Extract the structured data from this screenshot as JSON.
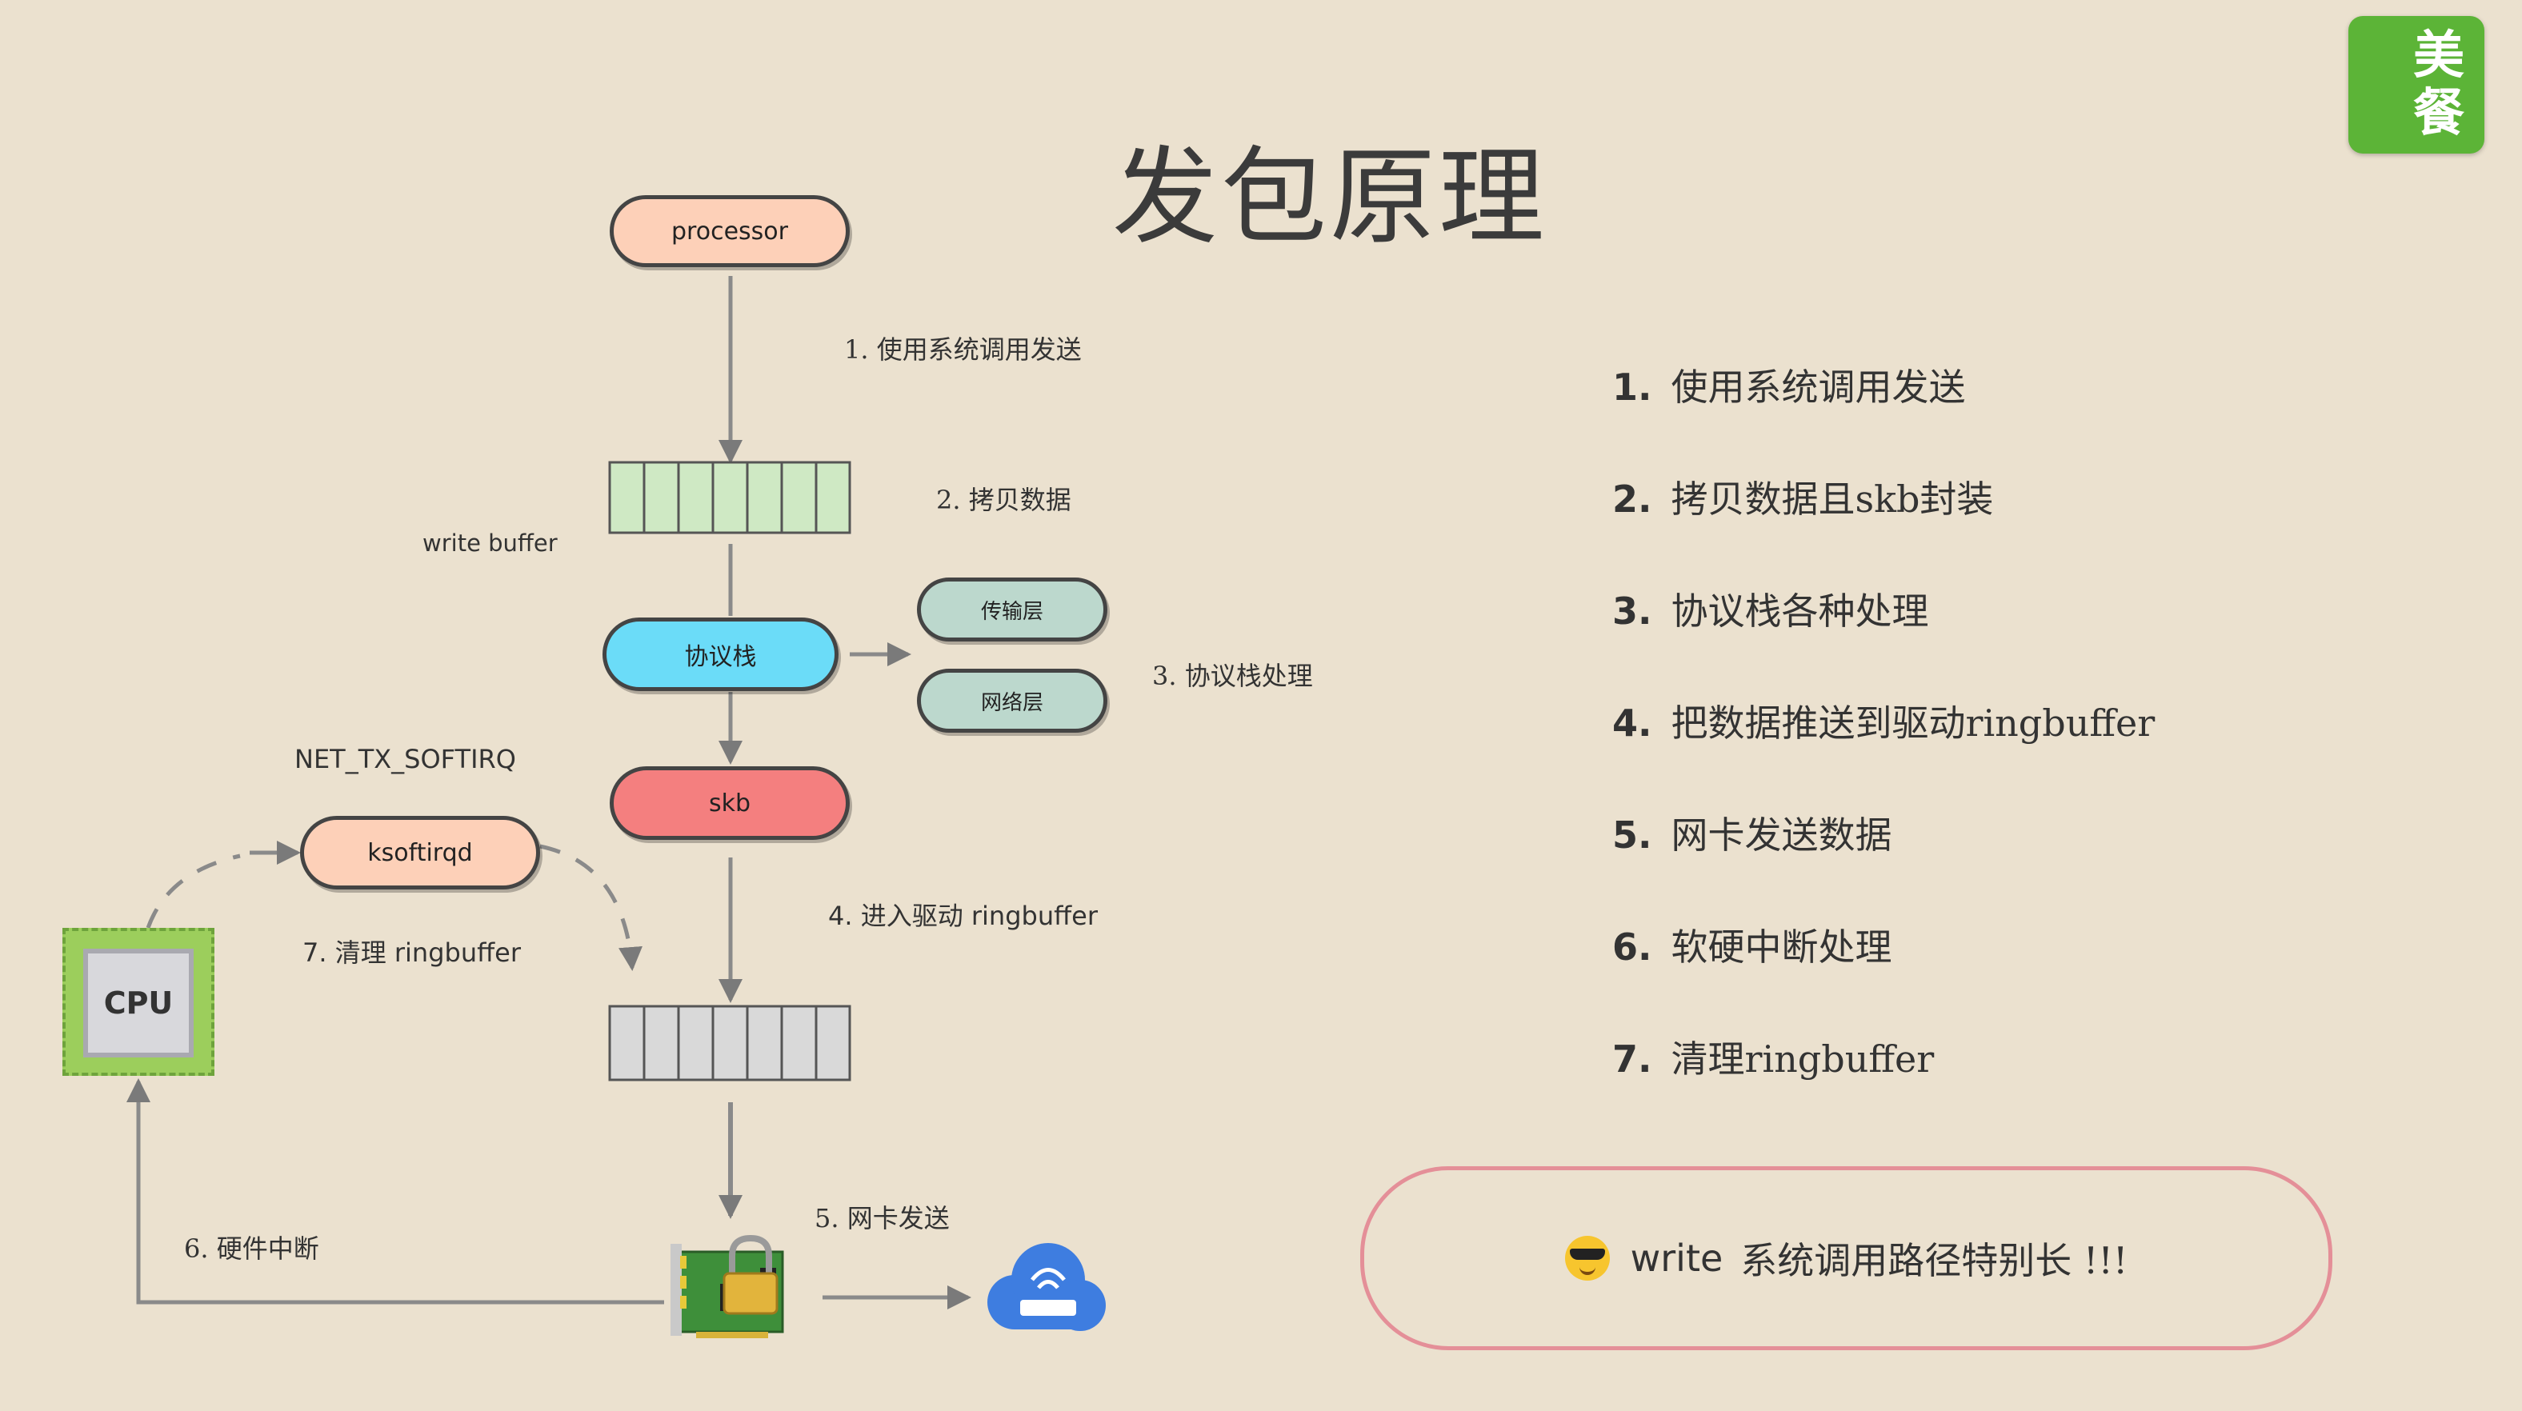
{
  "title": "发包原理",
  "logo_text": "美餐",
  "diagram": {
    "processor": "processor",
    "step1": "1. 使用系统调用发送",
    "write_buffer": "write buffer",
    "step2": "2. 拷贝数据",
    "protocol_stack": "协议栈",
    "transport_layer": "传输层",
    "network_layer": "网络层",
    "step3": "3. 协议栈处理",
    "net_tx_softirq": "NET_TX_SOFTIRQ",
    "skb": "skb",
    "ksoftirqd": "ksoftirqd",
    "step4": "4. 进入驱动 ringbuffer",
    "step7": "7. 清理 ringbuffer",
    "cpu": "CPU",
    "step5": "5. 网卡发送",
    "step6": "6. 硬件中断"
  },
  "steps": [
    {
      "num": "1.",
      "text": "使用系统调用发送"
    },
    {
      "num": "2.",
      "text": "拷贝数据且skb封装"
    },
    {
      "num": "3.",
      "text": "协议栈各种处理"
    },
    {
      "num": "4.",
      "text": "把数据推送到驱动ringbuffer"
    },
    {
      "num": "5.",
      "text": "网卡发送数据"
    },
    {
      "num": "6.",
      "text": "软硬中断处理"
    },
    {
      "num": "7.",
      "text": "清理ringbuffer"
    }
  ],
  "note": {
    "prefix": "write",
    "text": "系统调用路径特别长 !!!"
  },
  "colors": {
    "background": "#ebe1cf",
    "processor": "#fdd0b8",
    "write_buffer": "#cfe9c4",
    "protocol_stack": "#6bdcf8",
    "layers": "#bcd8cd",
    "skb": "#f47f7f",
    "ksoftirqd": "#fdd0b8",
    "ringbuffer": "#d9d9d9",
    "logo": "#5cb437",
    "note_border": "#e48f98"
  },
  "icons": [
    "sunglasses-emoji-icon",
    "cpu-chip-icon",
    "network-card-icon",
    "lock-icon",
    "cloud-router-icon"
  ]
}
